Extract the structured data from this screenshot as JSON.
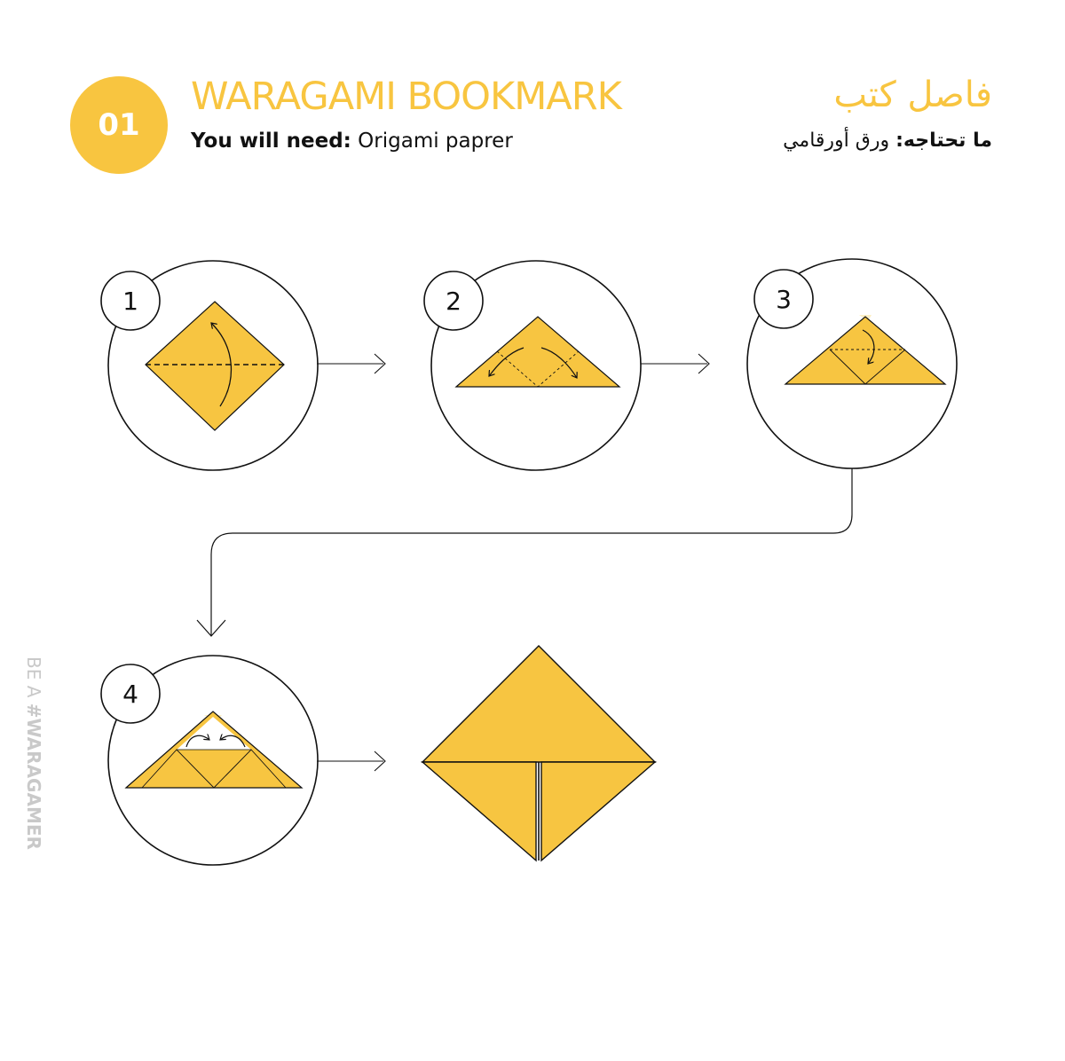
{
  "header": {
    "badge_number": "01",
    "title_en": "WARAGAMI BOOKMARK",
    "need_label_en": "You will need:",
    "need_value_en": " Origami paprer",
    "title_ar": "فاصل كتب",
    "need_label_ar": "ما تحتاجه:",
    "need_value_ar": " ورق أورقامي"
  },
  "side_tag": {
    "prefix": "BE A ",
    "hashtag": "#WARAGAMER"
  },
  "steps": [
    {
      "number": "1"
    },
    {
      "number": "2"
    },
    {
      "number": "3"
    },
    {
      "number": "4"
    }
  ],
  "colors": {
    "accent_yellow": "#F8C540",
    "badge_yellow": "#F8C540",
    "title_yellow": "#F8C540",
    "paper_yellow": "#F7C541",
    "paper_light": "#FDEFC4",
    "line_black": "#111111",
    "side_tag_gray": "#C9C9C9"
  },
  "icons": {
    "fold_arrow": "curved-arrow-icon",
    "flow_arrow": "right-arrow-icon",
    "connector_arrow": "down-arrow-icon"
  }
}
